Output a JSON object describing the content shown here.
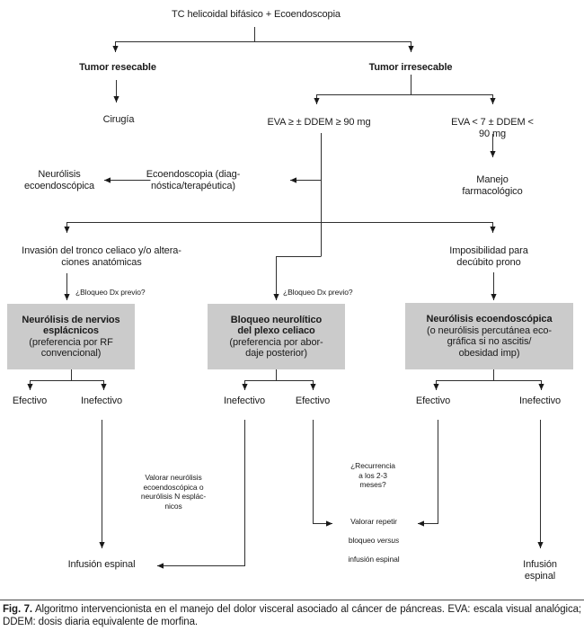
{
  "figure": {
    "title": "TC helicoidal bifásico + Ecoendoscopia",
    "nodes": {
      "tumor_resecable": "Tumor resecable",
      "tumor_irresecable": "Tumor irresecable",
      "cirugia": "Cirugía",
      "eva_alta": "EVA ≥ ± DDEM ≥ 90 mg",
      "eva_baja": "EVA < 7 ± DDEM < 90 mg",
      "neurolisis_ecoendoscopica": "Neurólisis\necoendoscópica",
      "ecoendoscopia": "Ecoendoscopia (diag-\nnóstica/terapéutica)",
      "manejo_farmacologico": "Manejo farmacológico",
      "invasion_tronco": "Invasión del tronco celiaco y/o altera-\nciones anatómicas",
      "imposibilidad_prono": "Imposibilidad para\ndecúbito prono",
      "infusion_espinal_izq": "Infusión espinal",
      "infusion_espinal_der": "Infusión espinal"
    },
    "question_labels": {
      "bloqueo_dx_1": "¿Bloqueo Dx previo?",
      "bloqueo_dx_2": "¿Bloqueo Dx previo?"
    },
    "boxes": {
      "esplacnicos": {
        "title": "Neurólisis de nervios\nesplácnicos",
        "subtitle": "(preferencia por RF\nconvencional)"
      },
      "plexo_celiaco": {
        "title": "Bloqueo neurolítico\ndel plexo celiaco",
        "subtitle": "(preferencia por abor-\ndaje posterior)"
      },
      "ecoendoscopica": {
        "title": "Neurólisis ecoendoscópica",
        "subtitle": "(o neurólisis percutánea eco-\ngráfica si no ascitis/\nobesidad imp)"
      }
    },
    "outcomes": {
      "efectivo_1": "Efectivo",
      "inefectivo_1": "Inefectivo",
      "inefectivo_2": "Inefectivo",
      "efectivo_2": "Efectivo",
      "efectivo_3": "Efectivo",
      "inefectivo_3": "Inefectivo"
    },
    "annotations": {
      "valorar_neurolisis": "Valorar neurólisis\necoendoscópica o\nneurólisis N esplác-\nnicos",
      "recurrencia": "¿Recurrencia\na los 2-3\nmeses?",
      "valorar_repetir": {
        "line1": "Valorar repetir",
        "line2_pre": "bloqueo ",
        "line2_italic": "versus",
        "line3": "infusión espinal"
      }
    },
    "caption": {
      "label": "Fig. 7.",
      "text": " Algoritmo intervencionista en el manejo del dolor visceral asociado al cáncer de páncreas. EVA: escala visual analógica; DDEM: dosis diaria equivalente de morfina."
    },
    "colors": {
      "box_fill": "#cbcbcb",
      "line": "#2f2f2f",
      "text": "#1a1a1a"
    }
  }
}
